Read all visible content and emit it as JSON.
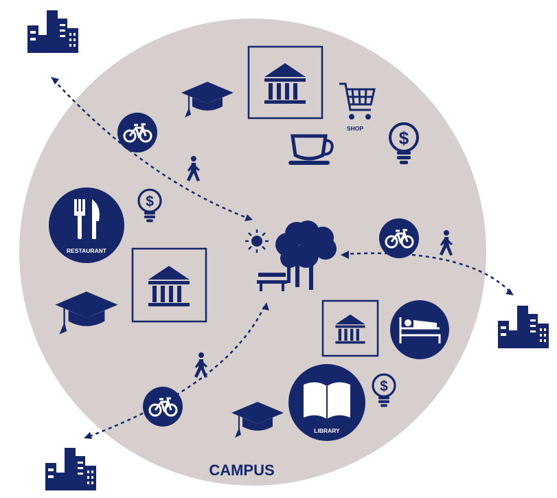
{
  "colors": {
    "navy": "#15266b",
    "campus": "#d7cfcd",
    "white": "#ffffff"
  },
  "campus_label": "CAMPUS",
  "shop_label": "SHOP",
  "restaurant_label": "RESTAURANT",
  "library_label": "LIBRARY",
  "icons": {
    "city": "city-buildings-icon",
    "institution": "institution-building-icon",
    "graduation": "graduation-cap-icon",
    "cart": "shopping-cart-icon",
    "cup": "coffee-cup-icon",
    "money": "money-bulb-icon",
    "bicycle": "bicycle-icon",
    "walker": "pedestrian-icon",
    "cutlery": "fork-knife-icon",
    "bed": "bed-icon",
    "book": "open-book-icon",
    "park": "park-trees-icon",
    "sun": "sun-icon",
    "bench": "bench-icon"
  }
}
